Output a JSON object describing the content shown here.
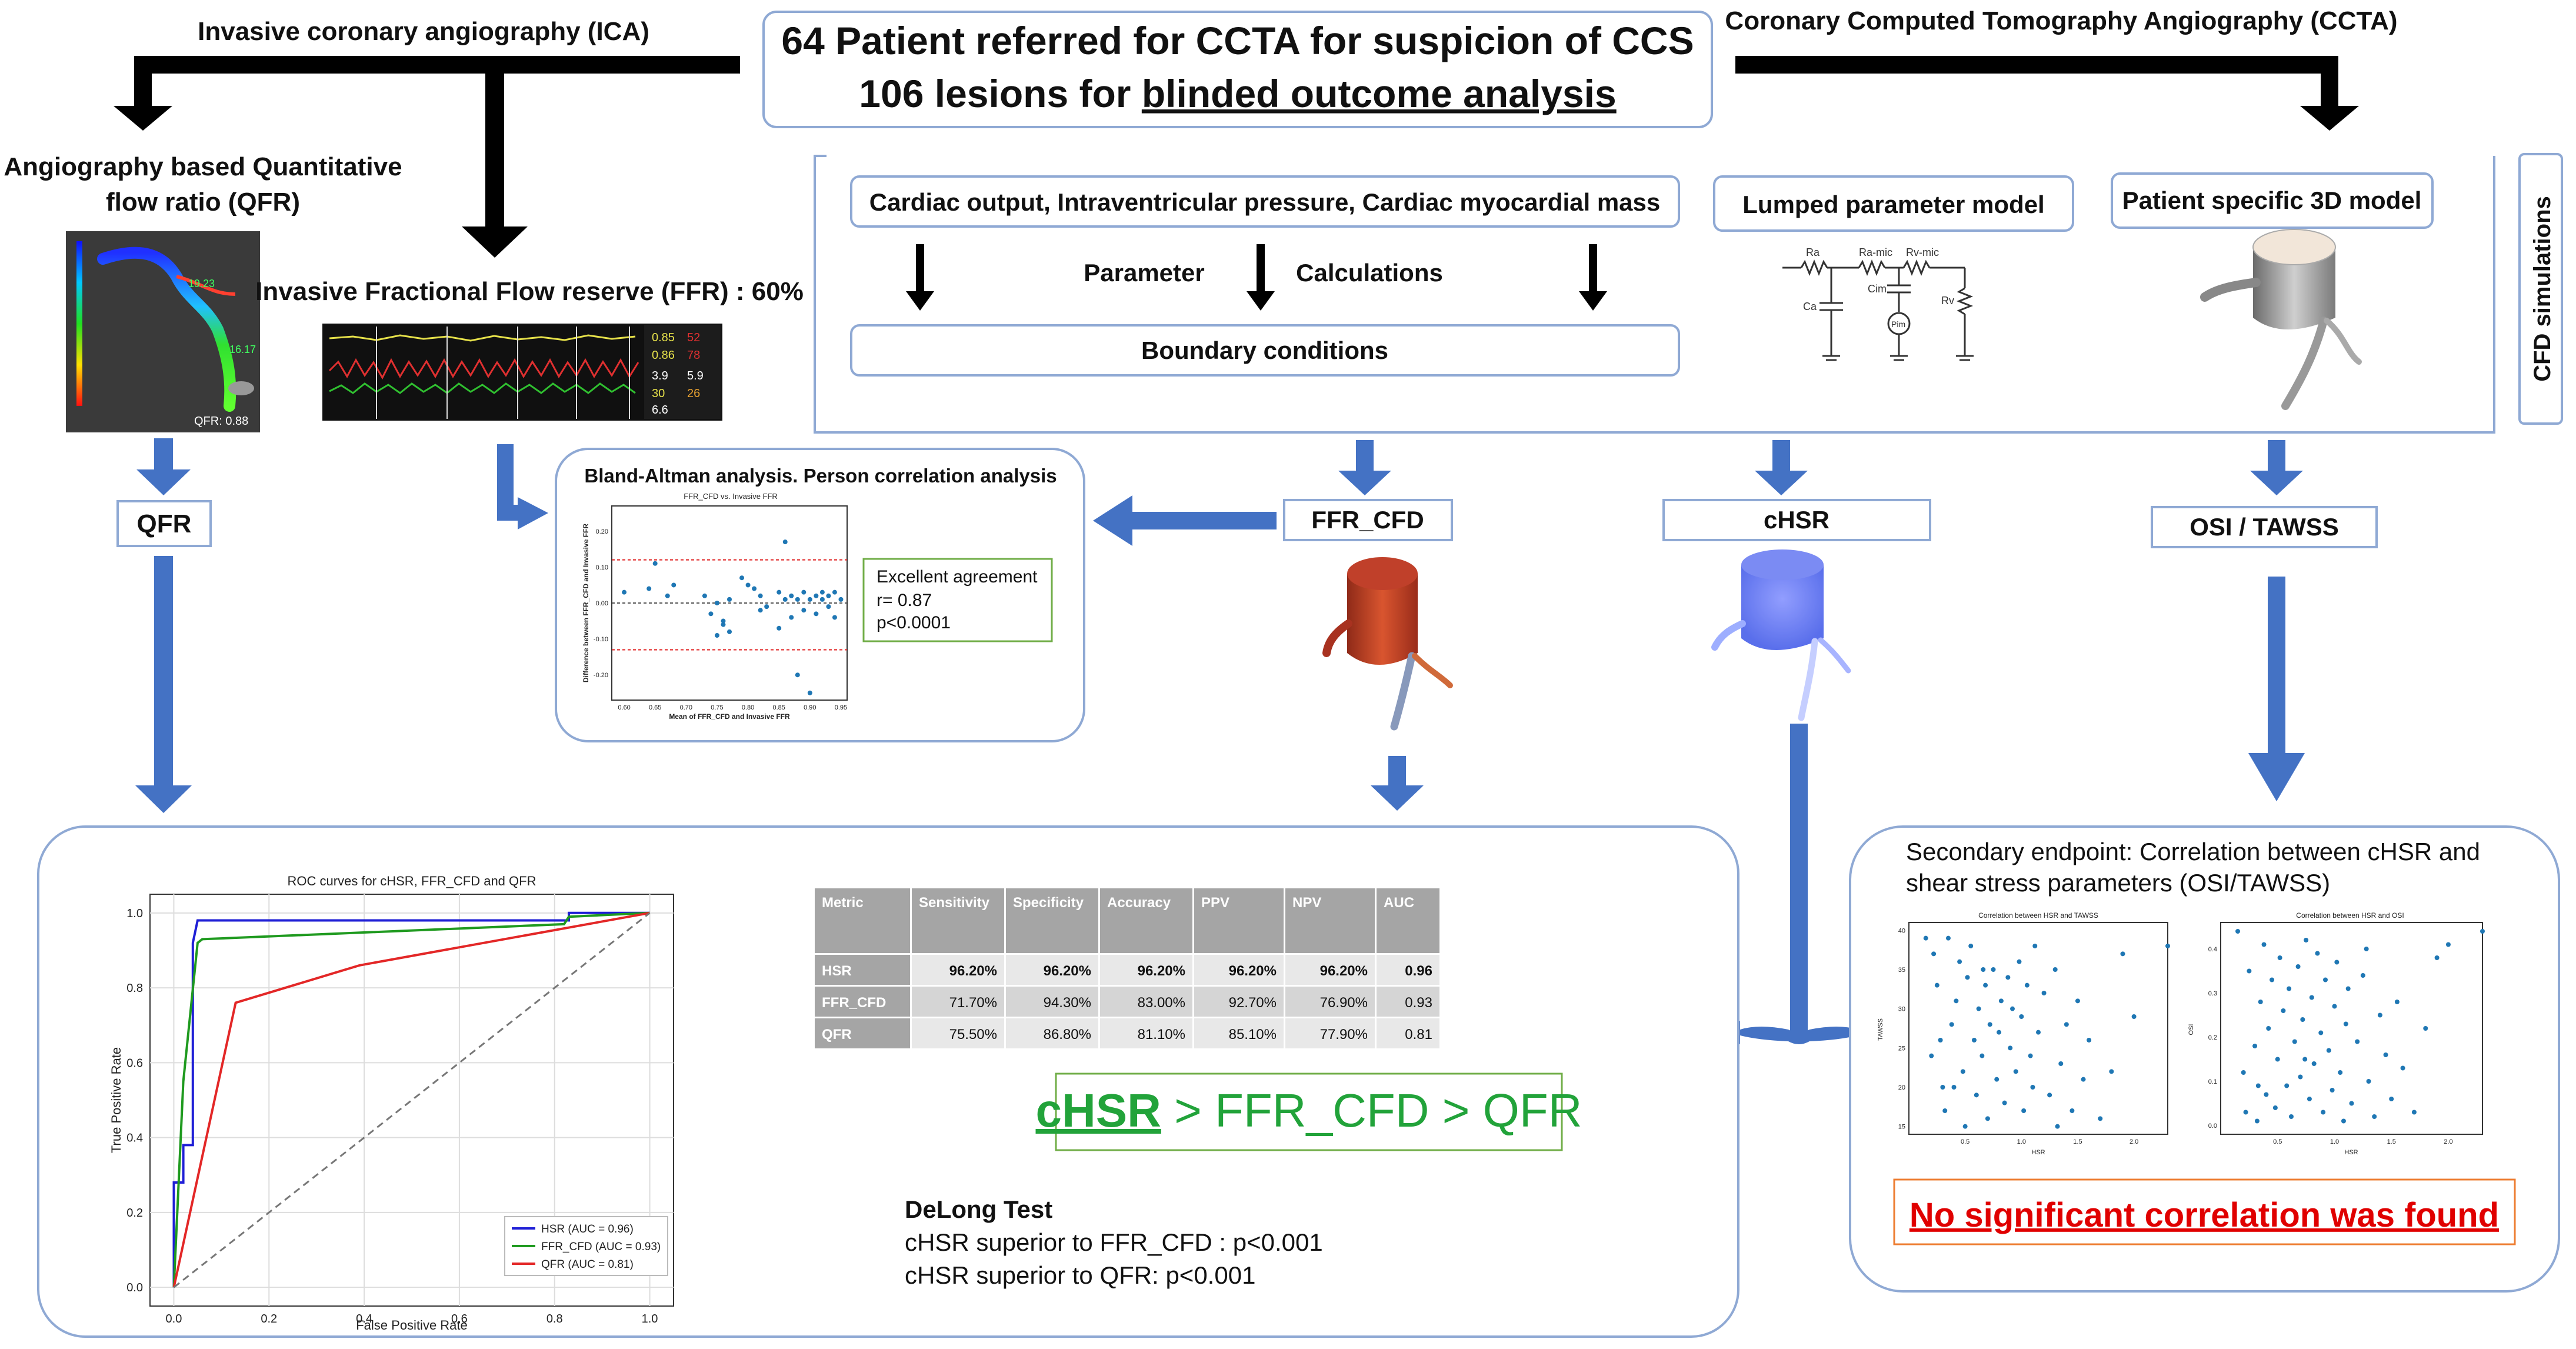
{
  "header": {
    "line1": "64 Patient referred for CCTA for suspicion of CCS",
    "line2_prefix": "106 lesions for ",
    "line2_underlined": "blinded outcome analysis",
    "left_branch": "Invasive coronary angiography (ICA)",
    "right_branch": "Coronary Computed Tomography Angiography (CCTA)"
  },
  "left": {
    "qfr_title_line1": "Angiography based Quantitative",
    "qfr_title_line2": "flow ratio (QFR)",
    "qfr_image_label": "QFR: 0.88",
    "qfr_vessel_label_1": "19.23",
    "qfr_vessel_label_2": "16.17",
    "ffr_title": "Invasive Fractional Flow reserve (FFR) : 60%",
    "ffr_panel_values": [
      "0.85",
      "52",
      "0.86",
      "78",
      "3.9",
      "5.9",
      "30",
      "26",
      "6.6"
    ],
    "qfr_label": "QFR"
  },
  "cfd": {
    "side_label": "CFD simulations",
    "inputs": "Cardiac output, Intraventricular pressure, Cardiac myocardial mass",
    "parameter": "Parameter",
    "calculations": "Calculations",
    "boundary": "Boundary conditions",
    "lumped": "Lumped parameter model",
    "patient3d": "Patient specific 3D model",
    "circuit_labels": [
      "Ra",
      "Ra-mic",
      "Rv-mic",
      "Ca",
      "Cim",
      "Rv",
      "Pim"
    ],
    "ffr_cfd_label": "FFR_CFD",
    "chsr_label": "cHSR",
    "osi_label": "OSI / TAWSS"
  },
  "bland": {
    "title": "Bland-Altman analysis. Person correlation analysis",
    "chart_title": "FFR_CFD  vs. Invasive FFR",
    "xlabel": "Mean of FFR_CFD and Invasive FFR",
    "ylabel": "Difference between FFR_CFD and Invasive FFR",
    "agreement_line1": "Excellent agreement",
    "agreement_line2": "r= 0.87",
    "agreement_line3": "p<0.0001"
  },
  "chart_data": [
    {
      "type": "line",
      "title": "ROC curves for cHSR, FFR_CFD and QFR",
      "xlabel": "False Positive Rate",
      "ylabel": "True Positive Rate",
      "xlim": [
        -0.05,
        1.05
      ],
      "ylim": [
        -0.05,
        1.05
      ],
      "xticks": [
        0.0,
        0.2,
        0.4,
        0.6,
        0.8,
        1.0
      ],
      "yticks": [
        0.0,
        0.2,
        0.4,
        0.6,
        0.8,
        1.0
      ],
      "grid": true,
      "legend_position": "lower-right",
      "series": [
        {
          "name": "HSR (AUC = 0.96)",
          "color": "#1f1fd6",
          "x": [
            0,
            0,
            0.02,
            0.02,
            0.04,
            0.04,
            0.05,
            0.83,
            0.83,
            1.0
          ],
          "y": [
            0,
            0.28,
            0.28,
            0.38,
            0.38,
            0.92,
            0.98,
            0.98,
            1.0,
            1.0
          ]
        },
        {
          "name": "FFR_CFD (AUC = 0.93)",
          "color": "#1f9a1f",
          "x": [
            0,
            0.02,
            0.05,
            0.06,
            0.82,
            0.83,
            1.0
          ],
          "y": [
            0,
            0.55,
            0.92,
            0.93,
            0.97,
            0.99,
            1.0
          ]
        },
        {
          "name": "QFR (AUC = 0.81)",
          "color": "#e32727",
          "x": [
            0,
            0.13,
            0.39,
            1.0
          ],
          "y": [
            0,
            0.76,
            0.86,
            1.0
          ]
        },
        {
          "name": "",
          "color": "#777777",
          "dashed": true,
          "x": [
            0,
            1
          ],
          "y": [
            0,
            1
          ]
        }
      ]
    },
    {
      "type": "scatter",
      "title": "FFR_CFD  vs. Invasive FFR",
      "xlabel": "Mean of FFR_CFD and Invasive FFR",
      "ylabel": "Difference between FFR_CFD and Invasive FFR",
      "xlim": [
        0.58,
        0.96
      ],
      "ylim": [
        -0.27,
        0.27
      ],
      "xticks": [
        0.6,
        0.65,
        0.7,
        0.75,
        0.8,
        0.85,
        0.9,
        0.95
      ],
      "yticks": [
        -0.2,
        -0.1,
        0.0,
        0.1,
        0.2
      ],
      "hlines": [
        0.0,
        0.12,
        -0.13
      ],
      "points": [
        [
          0.6,
          0.03
        ],
        [
          0.64,
          0.04
        ],
        [
          0.65,
          0.11
        ],
        [
          0.67,
          0.02
        ],
        [
          0.68,
          0.05
        ],
        [
          0.73,
          0.02
        ],
        [
          0.74,
          -0.03
        ],
        [
          0.75,
          -0.09
        ],
        [
          0.75,
          0.0
        ],
        [
          0.76,
          -0.05
        ],
        [
          0.76,
          -0.06
        ],
        [
          0.77,
          -0.08
        ],
        [
          0.77,
          0.01
        ],
        [
          0.79,
          0.07
        ],
        [
          0.8,
          0.05
        ],
        [
          0.81,
          0.04
        ],
        [
          0.82,
          -0.02
        ],
        [
          0.82,
          0.02
        ],
        [
          0.83,
          -0.01
        ],
        [
          0.85,
          0.03
        ],
        [
          0.85,
          -0.07
        ],
        [
          0.86,
          0.01
        ],
        [
          0.86,
          0.17
        ],
        [
          0.87,
          0.02
        ],
        [
          0.87,
          -0.04
        ],
        [
          0.88,
          -0.2
        ],
        [
          0.88,
          0.01
        ],
        [
          0.89,
          -0.02
        ],
        [
          0.89,
          0.03
        ],
        [
          0.9,
          0.01
        ],
        [
          0.9,
          -0.25
        ],
        [
          0.91,
          0.02
        ],
        [
          0.91,
          -0.03
        ],
        [
          0.92,
          0.01
        ],
        [
          0.92,
          0.03
        ],
        [
          0.93,
          -0.01
        ],
        [
          0.93,
          0.02
        ],
        [
          0.94,
          0.03
        ],
        [
          0.94,
          -0.04
        ],
        [
          0.95,
          0.01
        ]
      ]
    },
    {
      "type": "table",
      "columns": [
        "Metric",
        "Sensitivity",
        "Specificity",
        "Accuracy",
        "PPV",
        "NPV",
        "AUC"
      ],
      "rows": [
        [
          "HSR",
          "96.20%",
          "96.20%",
          "96.20%",
          "96.20%",
          "96.20%",
          "0.96"
        ],
        [
          "FFR_CFD",
          "71.70%",
          "94.30%",
          "83.00%",
          "92.70%",
          "76.90%",
          "0.93"
        ],
        [
          "QFR",
          "75.50%",
          "86.80%",
          "81.10%",
          "85.10%",
          "77.90%",
          "0.81"
        ]
      ]
    },
    {
      "type": "scatter",
      "title": "Correlation between HSR and TAWSS",
      "xlabel": "HSR",
      "ylabel": "TAWSS",
      "xlim": [
        0.0,
        2.3
      ],
      "ylim": [
        14,
        41
      ],
      "xticks": [
        0.5,
        1.0,
        1.5,
        2.0
      ],
      "yticks": [
        15,
        20,
        25,
        30,
        35,
        40
      ],
      "points": [
        [
          0.15,
          39
        ],
        [
          0.2,
          24
        ],
        [
          0.22,
          37
        ],
        [
          0.25,
          33
        ],
        [
          0.3,
          20
        ],
        [
          0.32,
          17
        ],
        [
          0.35,
          39
        ],
        [
          0.38,
          28
        ],
        [
          0.4,
          20
        ],
        [
          0.42,
          31
        ],
        [
          0.45,
          36
        ],
        [
          0.48,
          22
        ],
        [
          0.5,
          15
        ],
        [
          0.52,
          34
        ],
        [
          0.55,
          38
        ],
        [
          0.58,
          26
        ],
        [
          0.6,
          19
        ],
        [
          0.62,
          30
        ],
        [
          0.65,
          24
        ],
        [
          0.68,
          33
        ],
        [
          0.7,
          16
        ],
        [
          0.72,
          28
        ],
        [
          0.75,
          35
        ],
        [
          0.78,
          21
        ],
        [
          0.8,
          27
        ],
        [
          0.82,
          31
        ],
        [
          0.85,
          18
        ],
        [
          0.88,
          34
        ],
        [
          0.9,
          25
        ],
        [
          0.92,
          30
        ],
        [
          0.95,
          22
        ],
        [
          0.98,
          36
        ],
        [
          1.0,
          29
        ],
        [
          1.02,
          17
        ],
        [
          1.05,
          33
        ],
        [
          1.08,
          24
        ],
        [
          1.1,
          20
        ],
        [
          1.12,
          38
        ],
        [
          1.15,
          27
        ],
        [
          1.2,
          32
        ],
        [
          1.25,
          19
        ],
        [
          1.3,
          35
        ],
        [
          1.35,
          23
        ],
        [
          1.4,
          28
        ],
        [
          1.45,
          17
        ],
        [
          1.5,
          31
        ],
        [
          1.55,
          21
        ],
        [
          1.6,
          26
        ],
        [
          1.7,
          16
        ],
        [
          1.8,
          22
        ],
        [
          1.9,
          37
        ],
        [
          2.0,
          29
        ],
        [
          2.3,
          38
        ],
        [
          0.28,
          26
        ],
        [
          0.66,
          35
        ],
        [
          1.32,
          15
        ]
      ]
    },
    {
      "type": "scatter",
      "title": "Correlation between HSR and OSI",
      "xlabel": "HSR",
      "ylabel": "OSI",
      "xlim": [
        0.0,
        2.3
      ],
      "ylim": [
        -0.02,
        0.46
      ],
      "xticks": [
        0.5,
        1.0,
        1.5,
        2.0
      ],
      "yticks": [
        0.0,
        0.1,
        0.2,
        0.3,
        0.4
      ],
      "points": [
        [
          0.15,
          0.44
        ],
        [
          0.2,
          0.12
        ],
        [
          0.22,
          0.03
        ],
        [
          0.25,
          0.35
        ],
        [
          0.3,
          0.18
        ],
        [
          0.32,
          0.01
        ],
        [
          0.35,
          0.28
        ],
        [
          0.38,
          0.41
        ],
        [
          0.4,
          0.07
        ],
        [
          0.42,
          0.22
        ],
        [
          0.45,
          0.33
        ],
        [
          0.48,
          0.04
        ],
        [
          0.5,
          0.15
        ],
        [
          0.52,
          0.38
        ],
        [
          0.55,
          0.26
        ],
        [
          0.58,
          0.09
        ],
        [
          0.6,
          0.31
        ],
        [
          0.62,
          0.02
        ],
        [
          0.65,
          0.19
        ],
        [
          0.68,
          0.36
        ],
        [
          0.7,
          0.11
        ],
        [
          0.72,
          0.24
        ],
        [
          0.75,
          0.42
        ],
        [
          0.78,
          0.06
        ],
        [
          0.8,
          0.29
        ],
        [
          0.82,
          0.14
        ],
        [
          0.85,
          0.39
        ],
        [
          0.88,
          0.21
        ],
        [
          0.9,
          0.03
        ],
        [
          0.92,
          0.33
        ],
        [
          0.95,
          0.17
        ],
        [
          0.98,
          0.08
        ],
        [
          1.0,
          0.27
        ],
        [
          1.02,
          0.37
        ],
        [
          1.05,
          0.12
        ],
        [
          1.08,
          0.01
        ],
        [
          1.1,
          0.23
        ],
        [
          1.12,
          0.31
        ],
        [
          1.15,
          0.05
        ],
        [
          1.2,
          0.19
        ],
        [
          1.25,
          0.34
        ],
        [
          1.3,
          0.1
        ],
        [
          1.35,
          0.02
        ],
        [
          1.4,
          0.25
        ],
        [
          1.45,
          0.16
        ],
        [
          1.5,
          0.06
        ],
        [
          1.55,
          0.28
        ],
        [
          1.6,
          0.13
        ],
        [
          1.7,
          0.03
        ],
        [
          1.8,
          0.22
        ],
        [
          1.9,
          0.38
        ],
        [
          2.0,
          0.41
        ],
        [
          2.3,
          0.44
        ],
        [
          0.33,
          0.09
        ],
        [
          0.74,
          0.15
        ],
        [
          1.28,
          0.4
        ]
      ]
    }
  ],
  "bottom": {
    "superior_main": "cHSR",
    "superior_rest": " > FFR_CFD > QFR",
    "delong_title": "DeLong Test",
    "delong_line1": "cHSR superior to FFR_CFD : p<0.001",
    "delong_line2": "cHSR superior to QFR: p<0.001",
    "secondary_line1": "Secondary endpoint: Correlation between cHSR and",
    "secondary_line2": "shear stress parameters (OSI/TAWSS)",
    "no_corr": "No significant correlation was found"
  },
  "colors": {
    "arrow_blue": "#4472c4",
    "box_border": "#8fa9d4",
    "green_text": "#22a33a",
    "red_text": "#e00000",
    "table_header": "#a5a5a5",
    "table_row_dark": "#bfbfbf",
    "table_row_light": "#e8e8e8"
  }
}
